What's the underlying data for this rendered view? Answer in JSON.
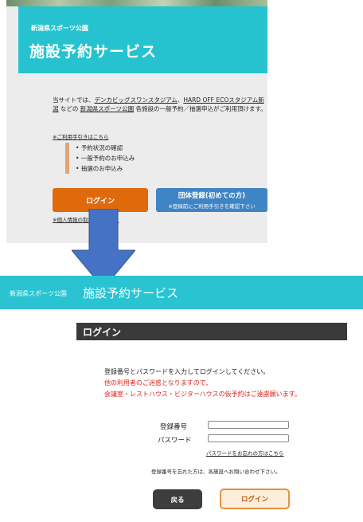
{
  "colors": {
    "teal_header": "#27c2cf",
    "orange_button": "#de6a0c",
    "blue_button": "#3f84c4",
    "menu_accent": "#e2a372",
    "arrow_blue": "#4472c4",
    "dark_bar": "#3a3a3a",
    "warning_red": "#e0261c"
  },
  "top": {
    "brand": "新潟県スポーツ公園",
    "title": "施設予約サービス",
    "intro_prefix": "当サイトでは、",
    "intro_link1": "デンカビッグスワンスタジアム",
    "intro_sep": "、",
    "intro_link2": "HARD OFF ECOスタジアム新潟",
    "intro_mid": " などの ",
    "intro_link3": "新潟県スポーツ公園",
    "intro_suffix": " 各施設の一般予約／抽選申込がご利用頂けます。",
    "guide_link": "※ご利用手引きはこちら",
    "menu_items": [
      "予約状況の確認",
      "一般予約のお申込み",
      "抽選のお申込み"
    ],
    "login_button": "ログイン",
    "group_button_title": "団体登録(初めての方)",
    "group_button_note": "※登録前にご利用手引きを確認下さい",
    "privacy_link": "※個人情報の取扱いについて"
  },
  "arrow_icon": "down-arrow-icon",
  "bottom": {
    "brand": "新潟県スポーツ公園",
    "title": "施設予約サービス",
    "section_title": "ログイン",
    "instruction": "登録番号とパスワードを入力してログインしてください。",
    "warning_line1": "他の利用者のご迷惑となりますので、",
    "warning_line2": "会議室・レストハウス・ビジターハウスの仮予約はご遠慮願います。",
    "id_label": "登録番号",
    "id_value": "",
    "password_label": "パスワード",
    "password_value": "",
    "forgot_password_link": "パスワードをお忘れの方はこちら",
    "forgot_id_note": "登録番号を忘れた方は、各施設へお問い合わせ下さい。",
    "back_button": "戻る",
    "login_button": "ログイン"
  }
}
